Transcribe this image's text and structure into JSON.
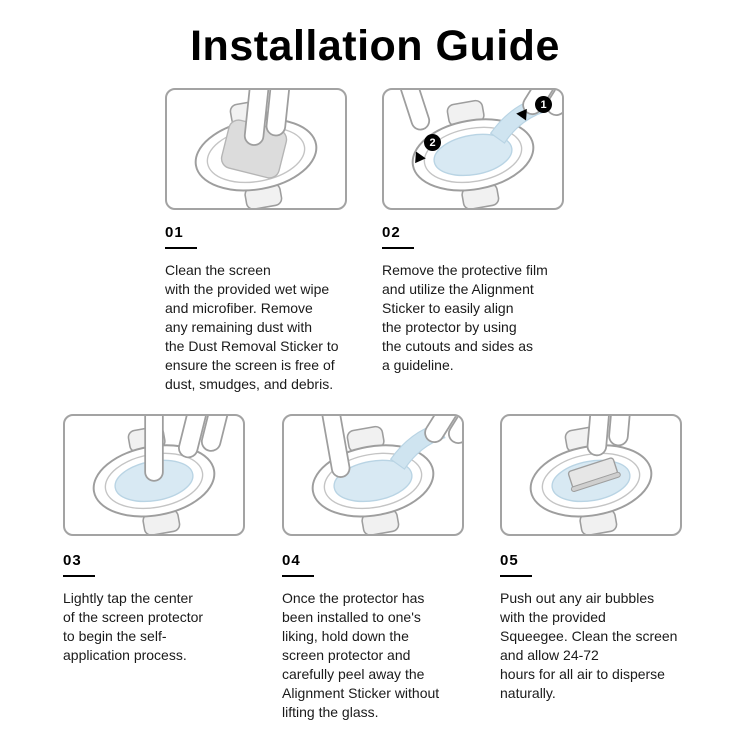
{
  "title": "Installation Guide",
  "steps": [
    {
      "number": "01",
      "text": "Clean the screen\nwith the provided wet wipe\nand microfiber. Remove\nany remaining dust with\nthe Dust Removal Sticker to\nensure the screen is free of\ndust, smudges, and debris."
    },
    {
      "number": "02",
      "text": "Remove the protective film\nand utilize the Alignment\nSticker to easily align\nthe protector by using\nthe cutouts and sides as\na guideline.",
      "badges": [
        "1",
        "2"
      ]
    },
    {
      "number": "03",
      "text": "Lightly tap the center\nof the screen protector\nto begin the self-\napplication process."
    },
    {
      "number": "04",
      "text": "Once the protector has\nbeen installed to one's\nliking, hold down the\nscreen protector and\ncarefully peel away the\nAlignment Sticker without\nlifting the glass."
    },
    {
      "number": "05",
      "text": "Push out any air bubbles\nwith the provided\nSqueegee. Clean the screen\nand allow 24-72\nhours for all air to disperse\nnaturally."
    }
  ],
  "colors": {
    "film_accent": "#d8e9f3",
    "line_gray": "#9e9e9e",
    "text": "#1a1a1a"
  }
}
